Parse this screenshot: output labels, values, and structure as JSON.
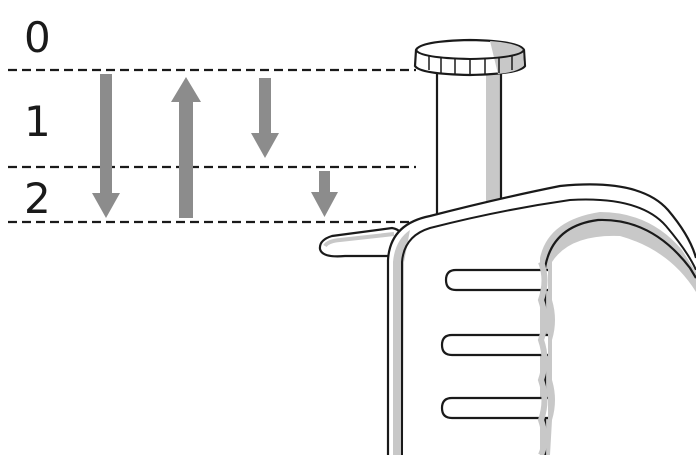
{
  "diagram": {
    "stop_labels": [
      "0",
      "1",
      "2"
    ],
    "colors": {
      "line": "#1a1a1a",
      "arrow": "#8c8c8c",
      "shade": "#c8c8c8",
      "background": "#ffffff"
    }
  }
}
